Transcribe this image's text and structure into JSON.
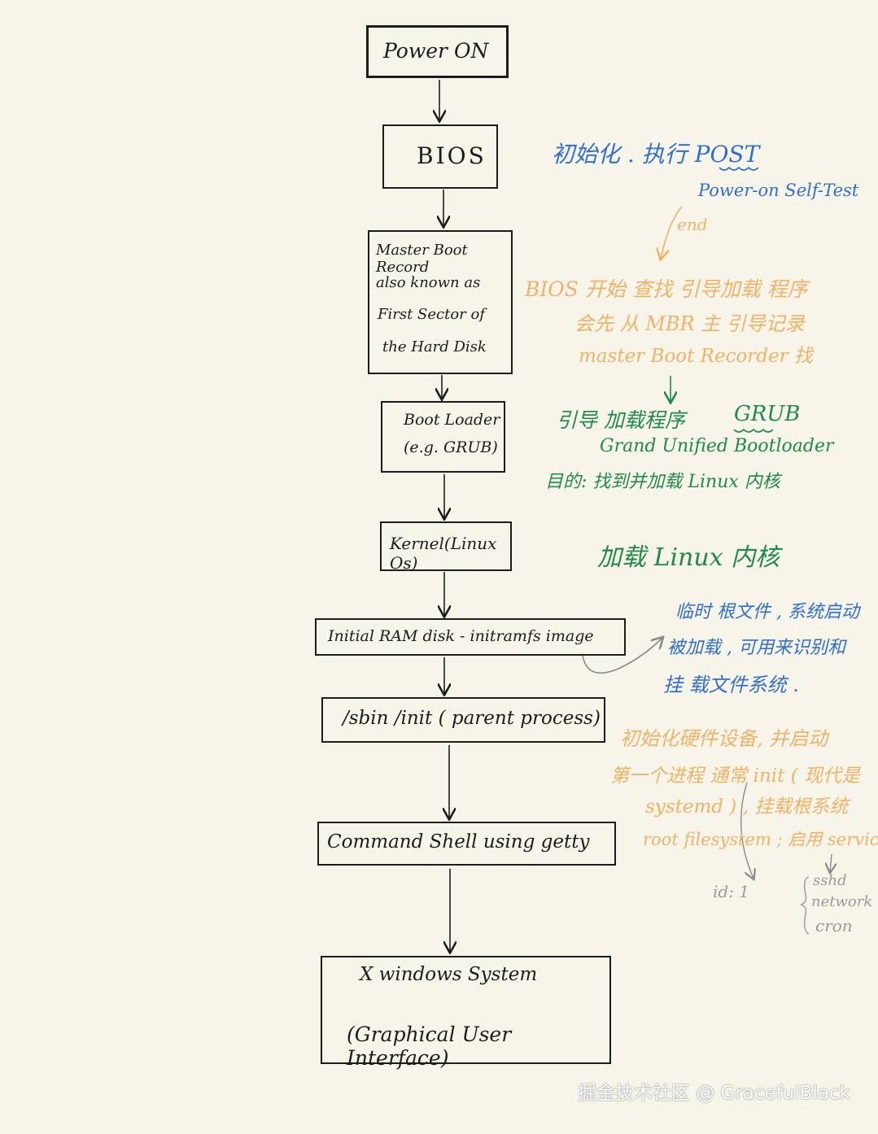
{
  "flow": {
    "power_on": "Power    ON",
    "bios": "BIOS",
    "mbr": [
      "Master  Boot  Record",
      "also  known  as",
      "First  Sector  of",
      "the  Hard  Disk"
    ],
    "boot_loader": [
      "Boot  Loader",
      "(e.g. GRUB)"
    ],
    "kernel": "Kernel(Linux Os)",
    "initramfs": "Initial  RAM  disk - initramfs   image",
    "sbin_init": "/sbin /init  ( parent   process)",
    "command_shell": "Command   Shell   using   getty",
    "x_windows": [
      "X    windows    System",
      "(Graphical    User    Interface)"
    ]
  },
  "annotations": {
    "bios_init": "初始化 . 执行 POST",
    "post_expansion": "Power-on   Self-Test",
    "end": "end",
    "bios_search": [
      "BIOS 开始 查找 引导加载 程序",
      "会先 从 MBR 主 引导记录",
      "master  Boot  Recorder  找"
    ],
    "grub_title": "引导 加载程序",
    "grub_acronym": "GRUB",
    "grub_expansion": "Grand  Unified   Bootloader",
    "grub_purpose": "目的: 找到并加载 Linux 内核",
    "kernel_load": "加载 Linux 内核",
    "initramfs_note": [
      "临时 根文件 , 系统启动",
      "被加载 , 可用来识别和",
      "挂 载文件系统 ."
    ],
    "init_note": [
      "初始化硬件设备, 并启动",
      "第一个进程 通常 init ( 现代是",
      "systemd ) , 挂载根系统",
      "root   filesystem ; 启用  services"
    ],
    "pid": "id: 1",
    "services": [
      "sshd",
      "network",
      "cron"
    ]
  },
  "watermark": "掘金技术社区 @ GracefulBlack",
  "colors": {
    "ink": "#1c1c1c",
    "blue": "#2f6fd1",
    "orange": "#f0b266",
    "green": "#1f8a4a",
    "gray": "#9a9a9a",
    "paper": "#f7f4e9"
  }
}
